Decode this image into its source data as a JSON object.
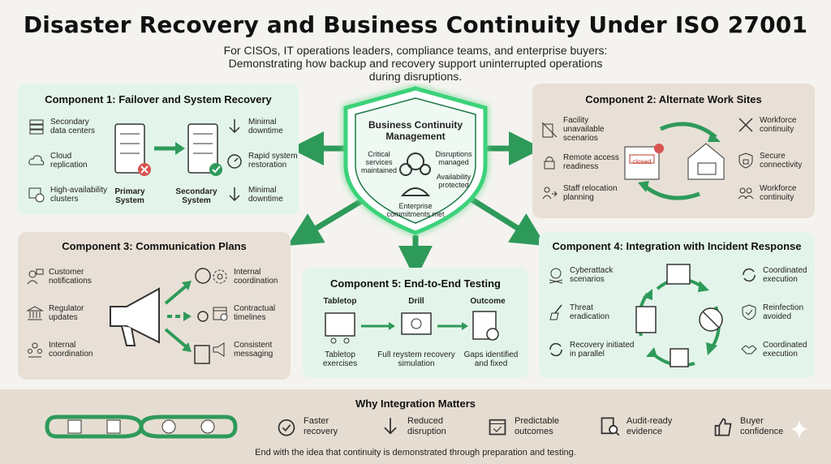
{
  "header": {
    "title": "Disaster Recovery and Business Continuity Under ISO 27001",
    "subtitle": "For CISOs, IT operations leaders, compliance teams, and enterprise buyers: Demonstrating how backup and recovery support uninterrupted operations during disruptions."
  },
  "center": {
    "title": "Business Continuity Management",
    "left_note": "Critical services maintained",
    "right_note": "Disruptions managed",
    "right_note2": "Availability protected",
    "bottom_note": "Enterprise commitments met"
  },
  "component1": {
    "title": "Component 1: Failover and System Recovery",
    "items": [
      "Secondary data centers",
      "Cloud replication",
      "High-availability clusters"
    ],
    "primary_label": "Primary System",
    "secondary_label": "Secondary System",
    "right_items": [
      "Minimal downtime",
      "Rapid system restoration",
      "Minimal downtime"
    ]
  },
  "component2": {
    "title": "Component 2: Alternate Work Sites",
    "left_items": [
      "Facility unavailable scenarios",
      "Remote access readiness",
      "Staff relocation planning"
    ],
    "right_items": [
      "Workforce continuity",
      "Secure connectivity",
      "Workforce continuity"
    ],
    "closed_sign": "closed"
  },
  "component3": {
    "title": "Component 3: Communication Plans",
    "left_items": [
      "Customer notifications",
      "Regulator updates",
      "Internal coordination"
    ],
    "right_items": [
      "Internal coordination",
      "Contractual timelines",
      "Consistent messaging"
    ]
  },
  "component4": {
    "title": "Component 4: Integration with Incident Response",
    "left_items": [
      "Cyberattack scenarios",
      "Threat eradication",
      "Recovery initiated in parallel"
    ],
    "right_items": [
      "Coordinated execution",
      "Reinfection avoided",
      "Coordinated execution"
    ]
  },
  "component5": {
    "title": "Component 5: End-to-End Testing",
    "steps": [
      "Tabletop",
      "Drill",
      "Outcome"
    ],
    "captions": [
      "Tabletop exercises",
      "Full reystem recovery simulation",
      "Gaps identified and fixed"
    ]
  },
  "why": {
    "title": "Why Integration Matters",
    "benefits": [
      "Faster recovery",
      "Reduced disruption",
      "Predictable outcomes",
      "Audit-ready evidence",
      "Buyer confidence"
    ]
  },
  "footer": "End with the idea that continuity is demonstrated through preparation and testing.",
  "colors": {
    "accent": "#2e9a5a",
    "dark": "#333333",
    "green_panel": "#e3f5ea",
    "tan_panel": "#e8e0d6",
    "danger": "#d9534f"
  }
}
